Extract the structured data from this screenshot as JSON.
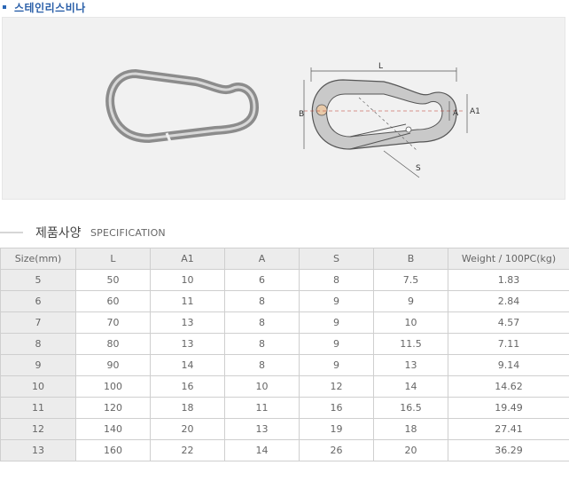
{
  "page": {
    "title": "스테인리스비나"
  },
  "product_images": {
    "photo": "stainless snap hook photo",
    "diagram": {
      "labels": {
        "L": "L",
        "B": "B",
        "A": "A",
        "A1": "A1",
        "S": "S"
      }
    }
  },
  "spec": {
    "heading_ko": "제품사양",
    "heading_en": "SPECIFICATION",
    "columns": [
      "Size(mm)",
      "L",
      "A1",
      "A",
      "S",
      "B",
      "Weight / 100PC(kg)"
    ],
    "rows": [
      [
        "5",
        "50",
        "10",
        "6",
        "8",
        "7.5",
        "1.83"
      ],
      [
        "6",
        "60",
        "11",
        "8",
        "9",
        "9",
        "2.84"
      ],
      [
        "7",
        "70",
        "13",
        "8",
        "9",
        "10",
        "4.57"
      ],
      [
        "8",
        "80",
        "13",
        "8",
        "9",
        "11.5",
        "7.11"
      ],
      [
        "9",
        "90",
        "14",
        "8",
        "9",
        "13",
        "9.14"
      ],
      [
        "10",
        "100",
        "16",
        "10",
        "12",
        "14",
        "14.62"
      ],
      [
        "11",
        "120",
        "18",
        "11",
        "16",
        "16.5",
        "19.49"
      ],
      [
        "12",
        "140",
        "20",
        "13",
        "19",
        "18",
        "27.41"
      ],
      [
        "13",
        "160",
        "22",
        "14",
        "26",
        "20",
        "36.29"
      ]
    ]
  },
  "colors": {
    "title": "#2a5fa8",
    "header_bg": "#ececec",
    "border": "#cfcfcf",
    "panel_bg": "#f1f1f1"
  }
}
